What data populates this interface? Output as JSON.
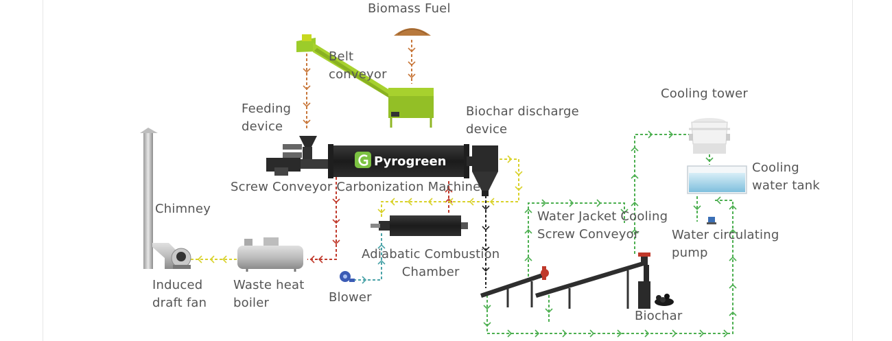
{
  "brand": {
    "logo_text": "Pyrogreen",
    "accent_color": "#7cc242"
  },
  "labels": {
    "biomass_fuel": "Biomass Fuel",
    "belt_conveyor": [
      "Belt",
      "conveyor"
    ],
    "feeding_device": [
      "Feeding",
      "device"
    ],
    "biochar_discharge": [
      "Biochar discharge",
      "device"
    ],
    "cooling_tower": "Cooling tower",
    "cooling_water_tank": [
      "Cooling",
      "water tank"
    ],
    "screw_conveyor_machine": "Screw Conveyor Carbonization Machine",
    "chimney": "Chimney",
    "water_jacket": [
      "Water Jacket Cooling",
      "Screw Conveyor"
    ],
    "water_pump": [
      "Water circulating",
      "pump"
    ],
    "adiabatic_chamber": [
      "Adiabatic Combustion",
      "Chamber"
    ],
    "induced_fan": [
      "Induced",
      "draft fan"
    ],
    "waste_heat_boiler": [
      "Waste heat",
      "boiler"
    ],
    "blower": "Blower",
    "biochar": "Biochar"
  },
  "flow_colors": {
    "biomass": "#c8773a",
    "smoke": "#c0392b",
    "biochar": "#222222",
    "hot_gas": "#d9d22b",
    "water": "#4caf50",
    "air": "#4aa3a8"
  }
}
